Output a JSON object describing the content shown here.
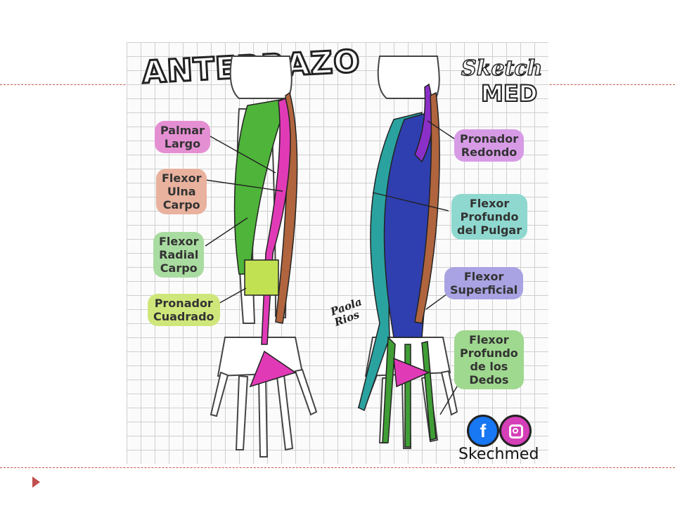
{
  "title": "ANTEBRAZO",
  "logo": {
    "line1": "Sketch",
    "line2": "MED"
  },
  "labels_left": [
    {
      "id": "palmar-largo",
      "text": "Palmar\nLargo",
      "color": "#e58fd3"
    },
    {
      "id": "flexor-ulna-carpo",
      "text": "Flexor\nUlna\nCarpo",
      "color": "#e8b29e"
    },
    {
      "id": "flexor-radial-carpo",
      "text": "Flexor\nRadial\nCarpo",
      "color": "#a9dca0"
    },
    {
      "id": "pronador-cuadrado",
      "text": "Pronador\nCuadrado",
      "color": "#cfe77a"
    }
  ],
  "labels_right": [
    {
      "id": "pronador-redondo",
      "text": "Pronador\nRedondo",
      "color": "#d79be6"
    },
    {
      "id": "flexor-profundo-pulgar",
      "text": "Flexor\nProfundo\ndel Pulgar",
      "color": "#8fd8d0"
    },
    {
      "id": "flexor-superficial",
      "text": "Flexor\nSuperficial",
      "color": "#a9a3e3"
    },
    {
      "id": "flexor-profundo-dedos",
      "text": "Flexor\nProfundo\nde los\nDedos",
      "color": "#9fd88f"
    }
  ],
  "signature": "Paola\nRios",
  "social": {
    "facebook_icon": "facebook-icon",
    "instagram_icon": "instagram-icon",
    "handle": "Skechmed"
  },
  "colors": {
    "slide_line": "#c8574c",
    "bullet": "#c0504d"
  }
}
